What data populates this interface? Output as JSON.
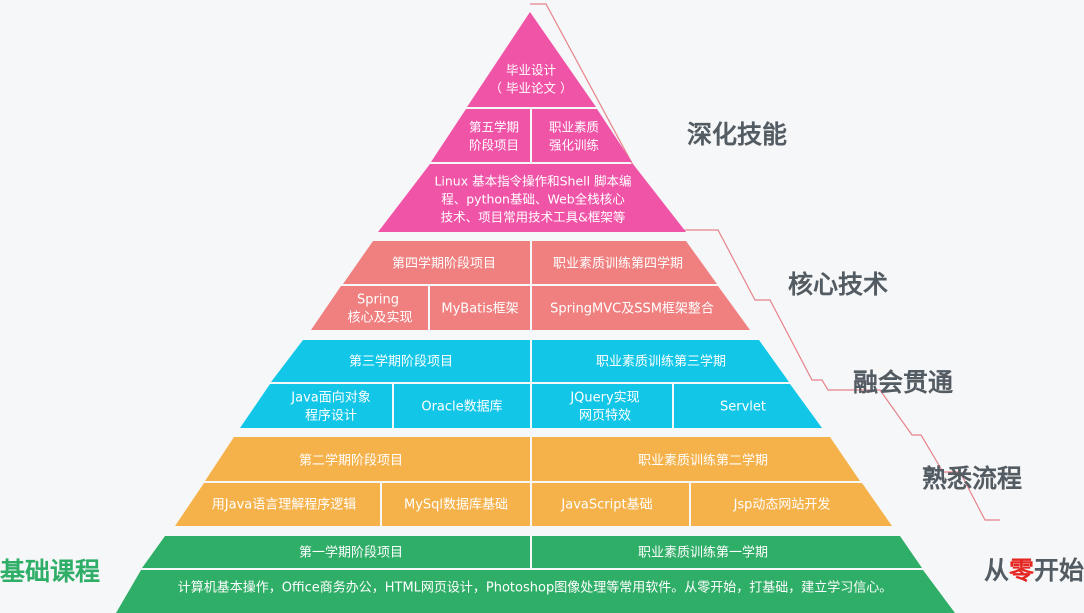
{
  "colors": {
    "pink": "#f054a7",
    "salmon": "#f07f7f",
    "cyan": "#12c6e8",
    "orange": "#f5b24a",
    "green": "#2fae67",
    "side_line": "#e7838a",
    "label_gray": "#545c63",
    "label_green": "#2fae67",
    "label_red": "#e52621"
  },
  "pyramid": {
    "tier5": {
      "graduation": [
        "毕业设计",
        "（ 毕业论文 ）"
      ],
      "project": [
        "第五学期",
        "阶段项目"
      ],
      "training": [
        "职业素质",
        "强化训练"
      ],
      "content": [
        "Linux 基本指令操作和Shell 脚本编",
        "程、python基础、Web全栈核心",
        "技术、项目常用技术工具&框架等"
      ]
    },
    "tier4": {
      "project": "第四学期阶段项目",
      "training": "职业素质训练第四学期",
      "items": [
        [
          "Spring",
          "核心及实现"
        ],
        [
          "MyBatis框架"
        ],
        [
          "SpringMVC及SSM框架整合"
        ]
      ]
    },
    "tier3": {
      "project": "第三学期阶段项目",
      "training": "职业素质训练第三学期",
      "items": [
        [
          "Java面向对象",
          "程序设计"
        ],
        [
          "Oracle数据库"
        ],
        [
          "JQuery实现",
          "网页特效"
        ],
        [
          "Servlet"
        ]
      ]
    },
    "tier2": {
      "project": "第二学期阶段项目",
      "training": "职业素质训练第二学期",
      "items": [
        [
          "用Java语言理解程序逻辑"
        ],
        [
          "MySql数据库基础"
        ],
        [
          "JavaScript基础"
        ],
        [
          "Jsp动态网站开发"
        ]
      ]
    },
    "tier1": {
      "project": "第一学期阶段项目",
      "training": "职业素质训练第一学期",
      "content": "计算机基本操作，Office商务办公，HTML网页设计，Photoshop图像处理等常用软件。从零开始，打基础，建立学习信心。"
    }
  },
  "stage_labels": {
    "deepen": "深化技能",
    "core": "核心技术",
    "integrate": "融会贯通",
    "familiar": "熟悉流程",
    "zero_pre": "从",
    "zero_mid": "零",
    "zero_post": "开始",
    "basic": "基础课程"
  }
}
